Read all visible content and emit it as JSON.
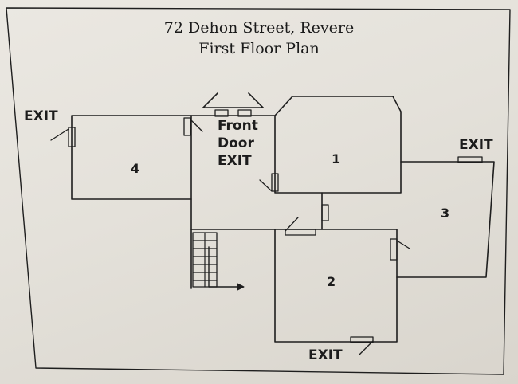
{
  "title": {
    "line1": "72 Dehon Street, Revere",
    "line2": "First Floor Plan"
  },
  "labels": {
    "exit_top_left": "EXIT",
    "front_door_line1": "Front",
    "front_door_line2": "Door",
    "front_door_line3": "EXIT",
    "exit_right": "EXIT",
    "exit_bottom": "EXIT"
  },
  "rooms": {
    "room1": "1",
    "room2": "2",
    "room3": "3",
    "room4": "4"
  }
}
